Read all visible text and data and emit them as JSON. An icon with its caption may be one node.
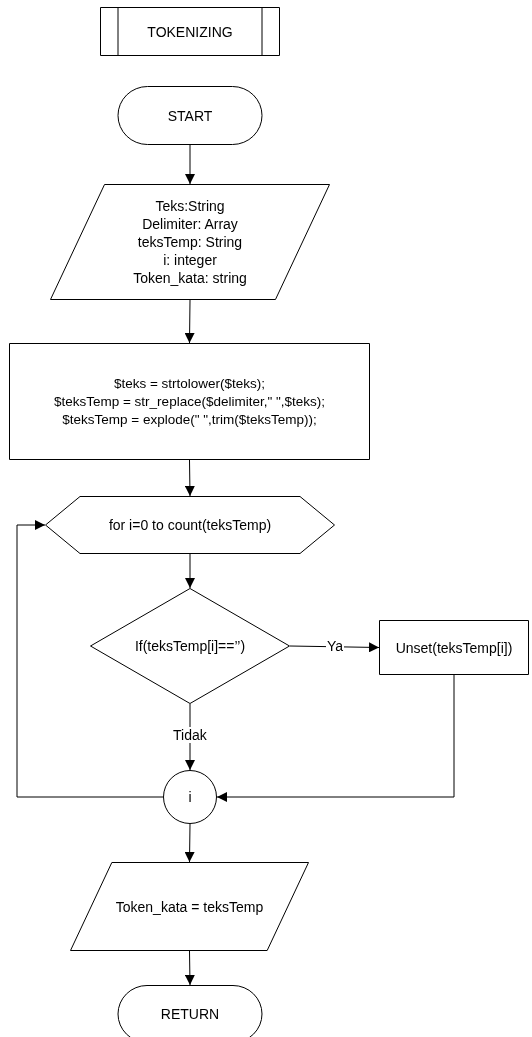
{
  "diagram": {
    "nodes": [
      {
        "text": [
          "TOKENIZING"
        ]
      },
      {
        "text": [
          "START"
        ]
      },
      {
        "text": [
          "Teks:String",
          "Delimiter: Array",
          "teksTemp: String",
          "i: integer",
          "Token_kata: string"
        ]
      },
      {
        "text": [
          "$teks = strtolower($teks);",
          "$teksTemp = str_replace($delimiter,\" \",$teks);",
          "$teksTemp = explode(\" \",trim($teksTemp));"
        ]
      },
      {
        "text": [
          "for i=0 to count(teksTemp)"
        ]
      },
      {
        "text": [
          "If(teksTemp[i]==’’)"
        ]
      },
      {
        "text": [
          "Unset(teksTemp[i])"
        ]
      },
      {
        "text": [
          "i"
        ]
      },
      {
        "text": [
          "Token_kata = teksTemp"
        ]
      },
      {
        "text": [
          "RETURN"
        ]
      }
    ],
    "edges": [
      {
        "from": 1,
        "to": 2,
        "arrow": "to"
      },
      {
        "from": 2,
        "to": 3,
        "arrow": "to"
      },
      {
        "from": 3,
        "to": 4,
        "arrow": "to"
      },
      {
        "from": 4,
        "to": 5,
        "arrow": "to"
      },
      {
        "from": 5,
        "to": 6,
        "arrow": "to",
        "label": "Ya"
      },
      {
        "from": 5,
        "to": 7,
        "arrow": "to",
        "label": "Tidak"
      },
      {
        "from": 6,
        "to": 7,
        "arrow": "to"
      },
      {
        "from": 7,
        "to": 4,
        "arrow": "to"
      },
      {
        "from": 7,
        "to": 8,
        "arrow": "to"
      },
      {
        "from": 8,
        "to": 9,
        "arrow": "to"
      }
    ]
  }
}
